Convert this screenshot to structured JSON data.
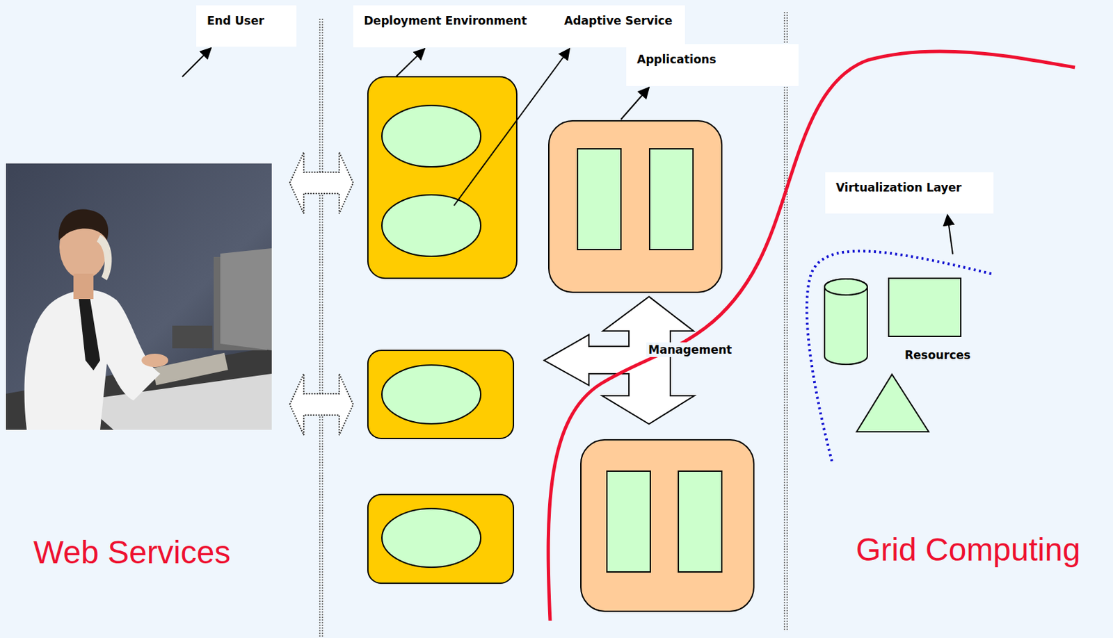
{
  "diagram": {
    "nodes": [
      {
        "text": [
          "End User"
        ]
      },
      {
        "text": [
          "Deployment Environment"
        ]
      },
      {
        "text": [
          "Adaptive Service"
        ]
      },
      {
        "text": [
          "Applications"
        ]
      },
      {
        "text": [
          "Virtualization Layer"
        ]
      }
    ],
    "labels": [
      "Management",
      "Resources",
      "Web Services",
      "Grid Computing"
    ]
  }
}
